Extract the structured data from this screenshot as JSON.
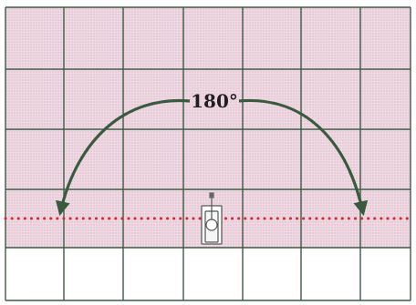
{
  "diagram": {
    "angle_label": "180°",
    "grid_columns": 7,
    "grid_rows": 5,
    "shaded_rows": 4,
    "colors": {
      "shaded_fill": "#efd9e3",
      "grid_line": "#3f5a47",
      "arrow": "#3a5a40",
      "dotted_line": "#d8262f",
      "icon_stroke": "#555555"
    },
    "icon": "tank-icon"
  }
}
